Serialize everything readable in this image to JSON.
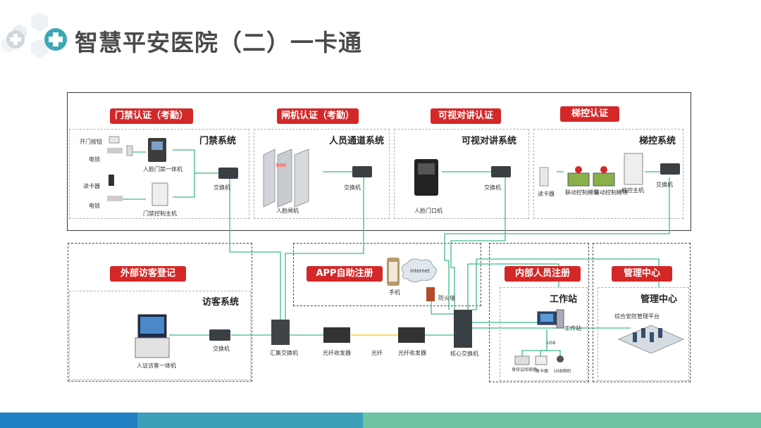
{
  "title": "智慧平安医院（二）一卡通",
  "colors": {
    "accent_red": "#d42828",
    "link_green": "#3dbb8a",
    "bar_blue": "#1f7fc1",
    "bar_teal": "#3ea0b8",
    "bar_green": "#6cc4a2"
  },
  "modules": {
    "access": {
      "label": "门禁认证（考勤）",
      "system": "门禁系统",
      "open_button": "开门按钮",
      "lock1": "电锁",
      "reader": "读卡器",
      "lock2": "电锁",
      "face_terminal": "人脸门禁一体机",
      "controller": "门禁控制主机",
      "switch": "交换机"
    },
    "gate": {
      "label": "闸机认证（考勤）",
      "system": "人员通道系统",
      "gate": "人脸闸机",
      "switch": "交换机"
    },
    "intercom": {
      "label": "可视对讲认证",
      "system": "可视对讲系统",
      "device": "人脸门口机",
      "switch": "交换机"
    },
    "elevator": {
      "label": "梯控认证",
      "system": "梯控系统",
      "reader": "读卡器",
      "module1": "联动控制模块",
      "module2": "联动控制模块",
      "host": "梯控主机",
      "switch": "交换机"
    },
    "visitor": {
      "label": "外部访客登记",
      "system": "访客系统",
      "terminal": "人证访客一体机",
      "switch": "交换机"
    },
    "app": {
      "label": "APP自助注册",
      "phone": "手机",
      "internet": "Internet",
      "firewall": "防火墙"
    },
    "network": {
      "agg_switch": "汇集交换机",
      "transceiver1": "光纤收发器",
      "fiber": "光纤",
      "transceiver2": "光纤收发器",
      "core_switch": "核心交换机"
    },
    "staff": {
      "label": "内部人员注册",
      "system": "工作站",
      "workstation": "工作站",
      "usb": "USB",
      "id_reader": "身份证阅读器",
      "card_issuer": "发卡器",
      "usb_camera": "USB相机"
    },
    "mgmt": {
      "label": "管理中心",
      "system": "管理中心",
      "platform": "综合安防管理平台"
    }
  }
}
